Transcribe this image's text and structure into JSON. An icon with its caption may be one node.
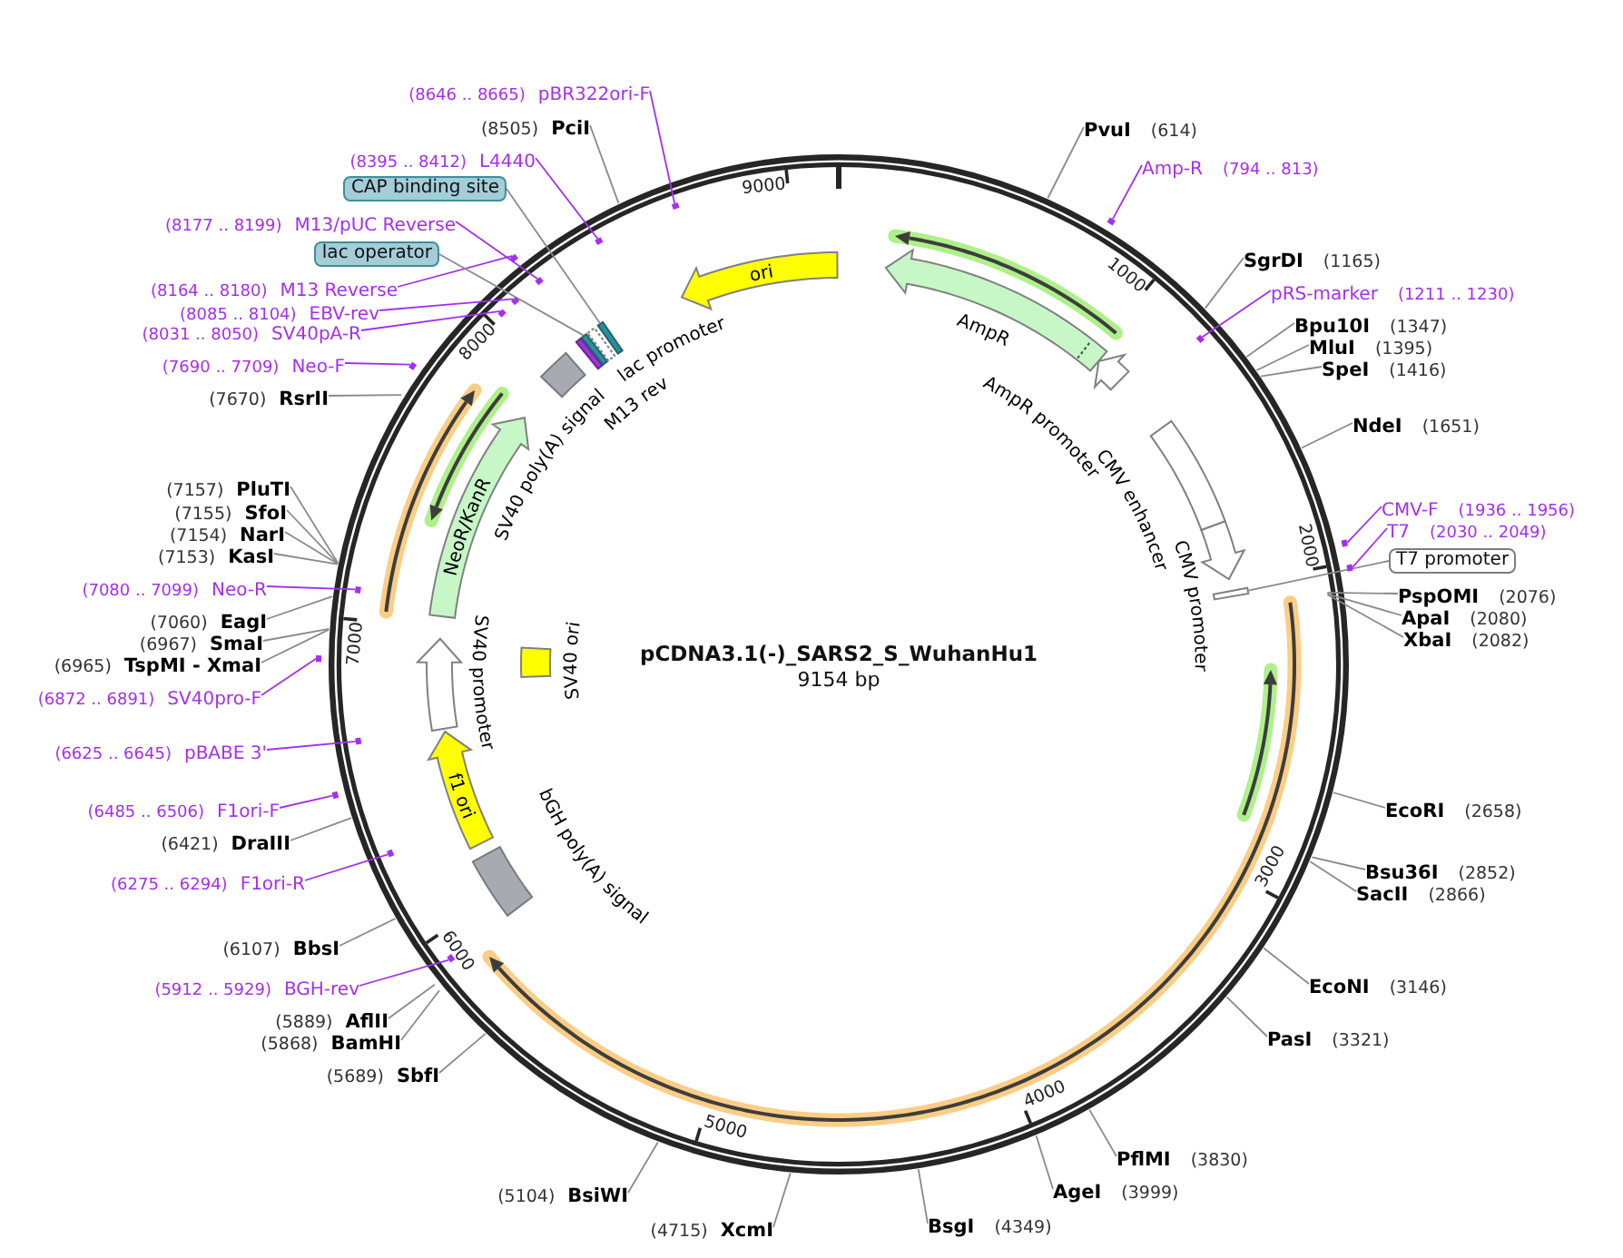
{
  "diagram": {
    "title": "pCDNA3.1(-)_SARS2_S_WuhanHu1",
    "nodes": [
      {
        "text": [
          "ori"
        ]
      },
      {
        "text": [
          "AmpR"
        ]
      },
      {
        "text": [
          "AmpR promoter"
        ]
      },
      {
        "text": [
          "CMV enhancer"
        ]
      },
      {
        "text": [
          "CMV promoter"
        ]
      },
      {
        "text": [],
        "shape": "bar"
      },
      {
        "text": [
          "bGH poly(A) signal"
        ]
      },
      {
        "text": [
          "f1 ori"
        ]
      },
      {
        "text": [
          "SV40 promoter"
        ]
      },
      {
        "text": [
          "SV40 ori"
        ]
      },
      {
        "text": [
          "NeoR/KanR"
        ]
      },
      {
        "text": [
          "SV40 poly(A) signal"
        ]
      },
      {
        "text": [
          "M13 rev"
        ]
      },
      {
        "text": [],
        "shape": "bar"
      },
      {
        "text": [
          "lac promoter"
        ]
      },
      {
        "text": [],
        "shape": "bar"
      },
      {
        "text": [
          "PvuI",
          "(614)"
        ]
      },
      {
        "text": [
          "Amp-R",
          "(794 .. 813)"
        ]
      },
      {
        "text": [],
        "shape": "bar"
      },
      {
        "text": [
          "SgrDI",
          "(1165)"
        ]
      },
      {
        "text": [
          "pRS-marker",
          "(1211 .. 1230)"
        ]
      },
      {
        "text": [],
        "shape": "bar"
      },
      {
        "text": [
          "Bpu10I",
          "(1347)"
        ]
      },
      {
        "text": [
          "MluI",
          "(1395)"
        ]
      },
      {
        "text": [
          "SpeI",
          "(1416)"
        ]
      },
      {
        "text": [
          "NdeI",
          "(1651)"
        ]
      },
      {
        "text": [
          "CMV-F",
          "(1936 .. 1956)"
        ]
      },
      {
        "text": [],
        "shape": "bar"
      },
      {
        "text": [
          "T7",
          "(2030 .. 2049)"
        ]
      },
      {
        "text": [],
        "shape": "bar"
      },
      {
        "text": [
          "T7 promoter"
        ]
      },
      {
        "text": [
          "PspOMI",
          "(2076)"
        ]
      },
      {
        "text": [
          "ApaI",
          "(2080)"
        ]
      },
      {
        "text": [
          "XbaI",
          "(2082)"
        ]
      },
      {
        "text": [
          "EcoRI",
          "(2658)"
        ]
      },
      {
        "text": [
          "Bsu36I",
          "(2852)"
        ]
      },
      {
        "text": [
          "SacII",
          "(2866)"
        ]
      },
      {
        "text": [
          "EcoNI",
          "(3146)"
        ]
      },
      {
        "text": [
          "PasI",
          "(3321)"
        ]
      },
      {
        "text": [
          "PflMI",
          "(3830)"
        ]
      },
      {
        "text": [
          "AgeI",
          "(3999)"
        ]
      },
      {
        "text": [
          "BsgI",
          "(4349)"
        ]
      },
      {
        "text": [
          "(4715)",
          "XcmI"
        ]
      },
      {
        "text": [
          "(5104)",
          "BsiWI"
        ]
      },
      {
        "text": [
          "(5689)",
          "SbfI"
        ]
      },
      {
        "text": [
          "(5868)",
          "BamHI"
        ]
      },
      {
        "text": [
          "(5889)",
          "AflII"
        ]
      },
      {
        "text": [
          "(5912 .. 5929)",
          "BGH-rev"
        ]
      },
      {
        "text": [],
        "shape": "bar"
      },
      {
        "text": [
          "(6107)",
          "BbsI"
        ]
      },
      {
        "text": [
          "(6275 .. 6294)",
          "F1ori-R"
        ]
      },
      {
        "text": [],
        "shape": "bar"
      },
      {
        "text": [
          "(6421)",
          "DraIII"
        ]
      },
      {
        "text": [
          "(6485 .. 6506)",
          "F1ori-F"
        ]
      },
      {
        "text": [],
        "shape": "bar"
      },
      {
        "text": [
          "(6625 .. 6645)",
          "pBABE 3'"
        ]
      },
      {
        "text": [],
        "shape": "bar"
      },
      {
        "text": [
          "(6872 .. 6891)",
          "SV40pro-F"
        ]
      },
      {
        "text": [],
        "shape": "bar"
      },
      {
        "text": [
          "(6965)",
          "TspMI - XmaI"
        ]
      },
      {
        "text": [
          "(6967)",
          "SmaI"
        ]
      },
      {
        "text": [
          "(7060)",
          "EagI"
        ]
      },
      {
        "text": [
          "(7080 .. 7099)",
          "Neo-R"
        ]
      },
      {
        "text": [],
        "shape": "bar"
      },
      {
        "text": [
          "(7153)",
          "KasI"
        ]
      },
      {
        "text": [
          "(7154)",
          "NarI"
        ]
      },
      {
        "text": [
          "(7155)",
          "SfoI"
        ]
      },
      {
        "text": [
          "(7157)",
          "PluTI"
        ]
      },
      {
        "text": [
          "(7670)",
          "RsrII"
        ]
      },
      {
        "text": [
          "(7690 .. 7709)",
          "Neo-F"
        ]
      },
      {
        "text": [],
        "shape": "bar"
      },
      {
        "text": [
          "(8031 .. 8050)",
          "SV40pA-R"
        ]
      },
      {
        "text": [],
        "shape": "bar"
      },
      {
        "text": [
          "(8085 .. 8104)",
          "EBV-rev"
        ]
      },
      {
        "text": [],
        "shape": "bar"
      },
      {
        "text": [
          "(8164 .. 8180)",
          "M13 Reverse"
        ]
      },
      {
        "text": [],
        "shape": "bar"
      },
      {
        "text": [
          "lac operator"
        ]
      },
      {
        "text": [
          "(8177 .. 8199)",
          "M13/pUC Reverse"
        ]
      },
      {
        "text": [],
        "shape": "bar"
      },
      {
        "text": [
          "CAP binding site"
        ]
      },
      {
        "text": [
          "(8395 .. 8412)",
          "L4440"
        ]
      },
      {
        "text": [],
        "shape": "bar"
      },
      {
        "text": [
          "(8505)",
          "PciI"
        ]
      },
      {
        "text": [
          "(8646 .. 8665)",
          "pBR322ori-F"
        ]
      },
      {
        "text": [],
        "shape": "bar"
      }
    ],
    "edges": [
      {
        "from": 16,
        "to": null,
        "arrow": "none"
      },
      {
        "from": 17,
        "to": 18,
        "arrow": "none",
        "color": "#a42ff0"
      },
      {
        "from": 19,
        "to": null,
        "arrow": "none"
      },
      {
        "from": 20,
        "to": 21,
        "arrow": "none",
        "color": "#a42ff0"
      },
      {
        "from": 22,
        "to": null,
        "arrow": "none"
      },
      {
        "from": 23,
        "to": null,
        "arrow": "none"
      },
      {
        "from": 24,
        "to": null,
        "arrow": "none"
      },
      {
        "from": 25,
        "to": null,
        "arrow": "none"
      },
      {
        "from": 26,
        "to": 27,
        "arrow": "none",
        "color": "#a42ff0"
      },
      {
        "from": 28,
        "to": 29,
        "arrow": "none",
        "color": "#a42ff0"
      },
      {
        "from": 30,
        "to": 5,
        "arrow": "none"
      },
      {
        "from": 31,
        "to": null,
        "arrow": "none"
      },
      {
        "from": 32,
        "to": null,
        "arrow": "none"
      },
      {
        "from": 33,
        "to": null,
        "arrow": "none"
      },
      {
        "from": 34,
        "to": null,
        "arrow": "none"
      },
      {
        "from": 35,
        "to": null,
        "arrow": "none"
      },
      {
        "from": 36,
        "to": null,
        "arrow": "none"
      },
      {
        "from": 37,
        "to": null,
        "arrow": "none"
      },
      {
        "from": 38,
        "to": null,
        "arrow": "none"
      },
      {
        "from": 39,
        "to": null,
        "arrow": "none"
      },
      {
        "from": 40,
        "to": null,
        "arrow": "none"
      },
      {
        "from": 41,
        "to": null,
        "arrow": "none"
      },
      {
        "from": 42,
        "to": null,
        "arrow": "none"
      },
      {
        "from": 43,
        "to": null,
        "arrow": "none"
      },
      {
        "from": 44,
        "to": null,
        "arrow": "none"
      },
      {
        "from": 45,
        "to": null,
        "arrow": "none"
      },
      {
        "from": 46,
        "to": null,
        "arrow": "none"
      },
      {
        "from": 47,
        "to": 48,
        "arrow": "none",
        "color": "#a42ff0"
      },
      {
        "from": 49,
        "to": null,
        "arrow": "none"
      },
      {
        "from": 50,
        "to": 51,
        "arrow": "none",
        "color": "#a42ff0"
      },
      {
        "from": 52,
        "to": null,
        "arrow": "none"
      },
      {
        "from": 53,
        "to": 54,
        "arrow": "none",
        "color": "#a42ff0"
      },
      {
        "from": 55,
        "to": 56,
        "arrow": "none",
        "color": "#a42ff0"
      },
      {
        "from": 57,
        "to": 58,
        "arrow": "none",
        "color": "#a42ff0"
      },
      {
        "from": 59,
        "to": null,
        "arrow": "none"
      },
      {
        "from": 60,
        "to": null,
        "arrow": "none"
      },
      {
        "from": 61,
        "to": null,
        "arrow": "none"
      },
      {
        "from": 62,
        "to": 63,
        "arrow": "none",
        "color": "#a42ff0"
      },
      {
        "from": 64,
        "to": null,
        "arrow": "none"
      },
      {
        "from": 65,
        "to": null,
        "arrow": "none"
      },
      {
        "from": 66,
        "to": null,
        "arrow": "none"
      },
      {
        "from": 67,
        "to": null,
        "arrow": "none"
      },
      {
        "from": 68,
        "to": null,
        "arrow": "none"
      },
      {
        "from": 69,
        "to": 70,
        "arrow": "none",
        "color": "#a42ff0"
      },
      {
        "from": 71,
        "to": 72,
        "arrow": "none",
        "color": "#a42ff0"
      },
      {
        "from": 73,
        "to": 74,
        "arrow": "none",
        "color": "#a42ff0"
      },
      {
        "from": 75,
        "to": 76,
        "arrow": "none",
        "color": "#a42ff0"
      },
      {
        "from": 77,
        "to": 13,
        "arrow": "none"
      },
      {
        "from": 78,
        "to": 79,
        "arrow": "none",
        "color": "#a42ff0"
      },
      {
        "from": 80,
        "to": 15,
        "arrow": "none"
      },
      {
        "from": 81,
        "to": 82,
        "arrow": "none",
        "color": "#a42ff0"
      },
      {
        "from": 83,
        "to": null,
        "arrow": "none"
      },
      {
        "from": 84,
        "to": 85,
        "arrow": "none",
        "color": "#a42ff0"
      }
    ],
    "labels": [
      "9154 bp",
      "1000",
      "2000",
      "3000",
      "4000",
      "5000",
      "6000",
      "7000",
      "8000",
      "9000"
    ]
  }
}
